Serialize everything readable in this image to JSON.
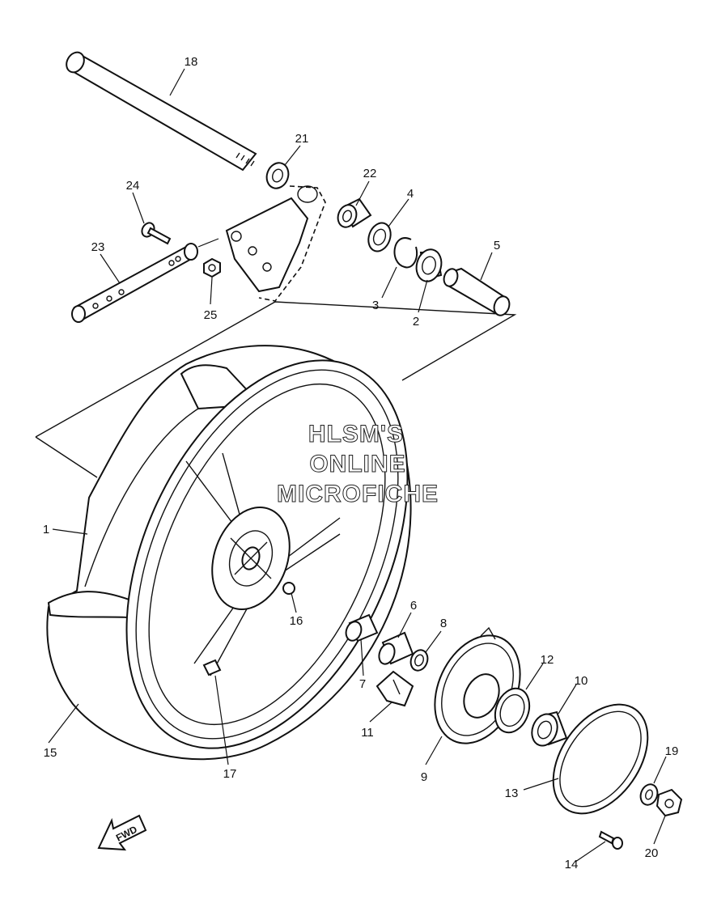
{
  "watermark": {
    "line1": "HLSM'S",
    "line2": "ONLINE",
    "line3": "MICROFICHE"
  },
  "fwd_arrow": {
    "label": "FWD"
  },
  "callouts": {
    "c1": "1",
    "c2": "2",
    "c3": "3",
    "c4": "4",
    "c5": "5",
    "c6": "6",
    "c7": "7",
    "c8": "8",
    "c9": "9",
    "c10": "10",
    "c11": "11",
    "c12": "12",
    "c13": "13",
    "c14": "14",
    "c15": "15",
    "c16": "16",
    "c17": "17",
    "c18": "18",
    "c19": "19",
    "c20": "20",
    "c21": "21",
    "c22": "22",
    "c23": "23",
    "c24": "24",
    "c25": "25"
  }
}
